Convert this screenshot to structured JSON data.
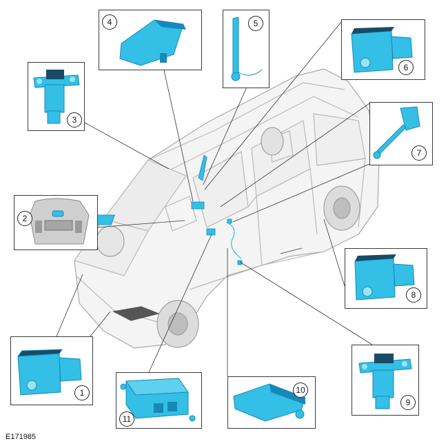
{
  "figure_id": "E171985",
  "colors": {
    "part": "#33bfe6",
    "part_dark": "#1789b8",
    "vehicle_line": "#b9b9b9",
    "frame": "#3a3a3a"
  },
  "callouts": [
    {
      "label": "1"
    },
    {
      "label": "2"
    },
    {
      "label": "3"
    },
    {
      "label": "4"
    },
    {
      "label": "5"
    },
    {
      "label": "6"
    },
    {
      "label": "7"
    },
    {
      "label": "8"
    },
    {
      "label": "9"
    },
    {
      "label": "10"
    },
    {
      "label": "11"
    }
  ]
}
